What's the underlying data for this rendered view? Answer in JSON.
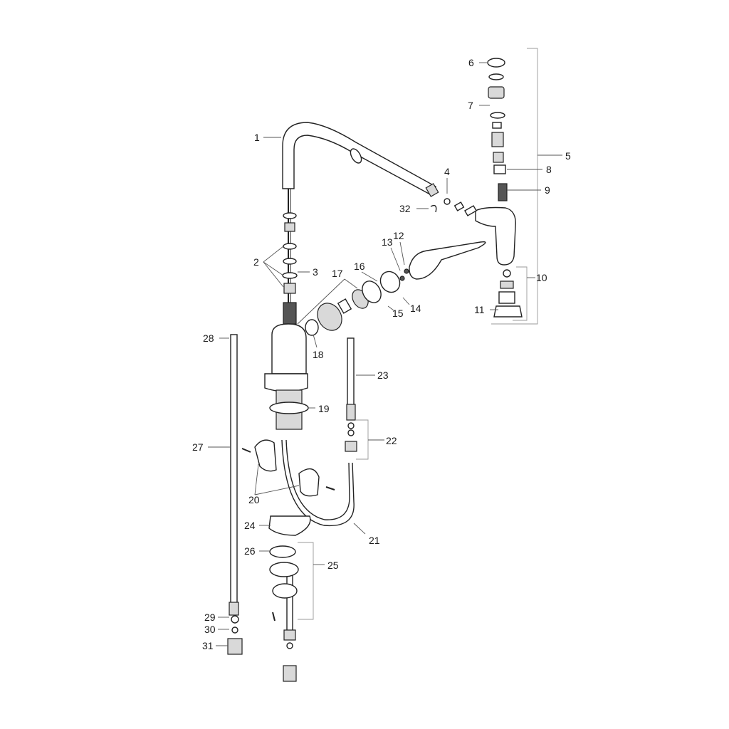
{
  "diagram": {
    "labels": {
      "p1": "1",
      "p2": "2",
      "p3": "3",
      "p4": "4",
      "p5": "5",
      "p6": "6",
      "p7": "7",
      "p8": "8",
      "p9": "9",
      "p10": "10",
      "p11": "11",
      "p12": "12",
      "p13": "13",
      "p14": "14",
      "p15": "15",
      "p16": "16",
      "p17": "17",
      "p18": "18",
      "p19": "19",
      "p20": "20",
      "p21": "21",
      "p22": "22",
      "p23": "23",
      "p24": "24",
      "p25": "25",
      "p26": "26",
      "p27": "27",
      "p28": "28",
      "p29": "29",
      "p30": "30",
      "p31": "31",
      "p32": "32"
    }
  }
}
